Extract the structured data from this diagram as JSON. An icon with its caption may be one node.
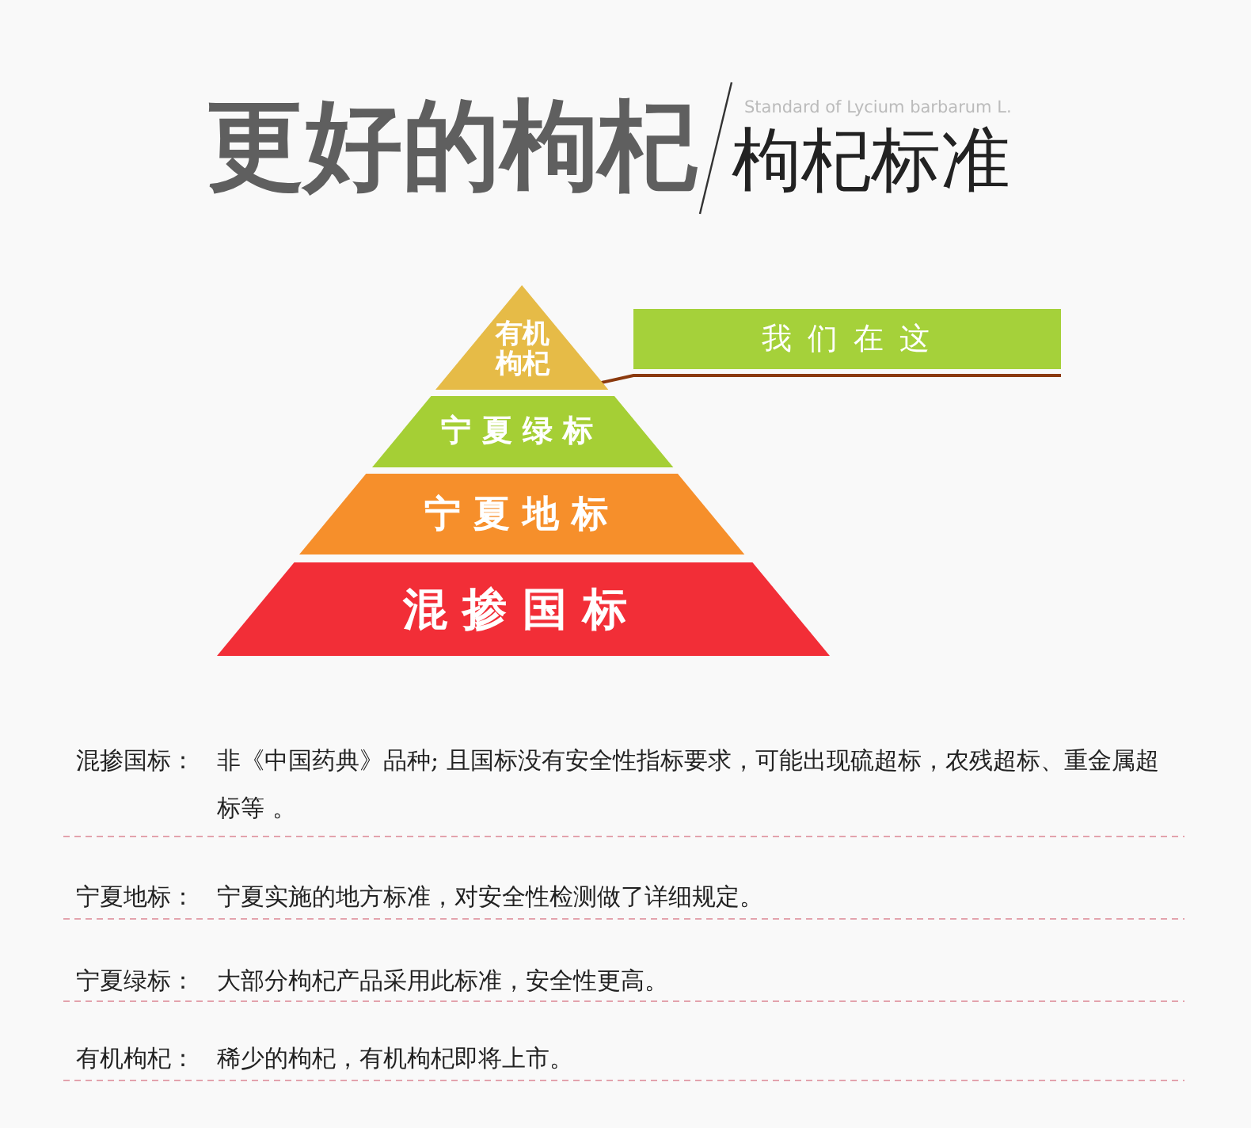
{
  "diagram": {
    "title": "更好的枸杞",
    "nodes": [
      {
        "text": [
          "有机枸杞"
        ]
      },
      {
        "text": [
          "宁夏绿标"
        ]
      },
      {
        "text": [
          "宁夏地标"
        ]
      },
      {
        "text": [
          "混掺国标"
        ]
      },
      {
        "text": [
          "我 们 在 这"
        ]
      }
    ],
    "edges": [
      {
        "from": 4,
        "to": 0,
        "arrow": "none",
        "color": "#8b3a0e"
      }
    ],
    "labels": [
      "Standard of Lycium barbarum L.",
      "枸杞标准",
      "混掺国标：",
      "非《中国药典》品种; 且国标没有安全性指标要求，可能出现硫超标，农残超标、重金属超标等 。",
      "宁夏地标：",
      "宁夏实施的地方标准，对安全性检测做了详细规定。",
      "宁夏绿标：",
      "大部分枸杞产品采用此标准，安全性更高。",
      "有机枸杞：",
      "稀少的枸杞，有机枸杞即将上市。"
    ]
  }
}
